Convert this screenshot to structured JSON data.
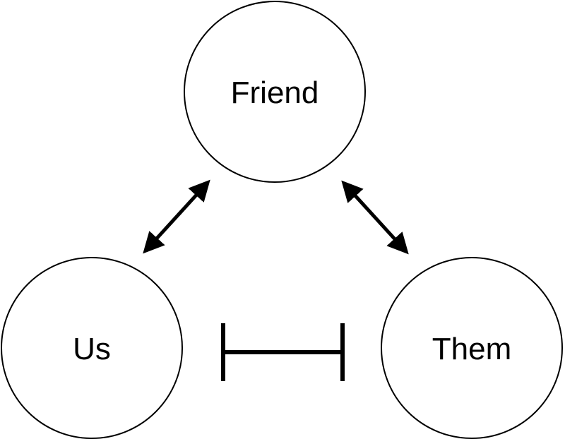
{
  "nodes": {
    "friend": {
      "label": "Friend"
    },
    "us": {
      "label": "Us"
    },
    "them": {
      "label": "Them"
    }
  },
  "edges": [
    {
      "from": "us",
      "to": "friend",
      "type": "bidirectional-arrow"
    },
    {
      "from": "friend",
      "to": "them",
      "type": "bidirectional-arrow"
    },
    {
      "from": "us",
      "to": "them",
      "type": "inhibition-bar"
    }
  ],
  "colors": {
    "stroke": "#000000",
    "background": "#ffffff"
  }
}
